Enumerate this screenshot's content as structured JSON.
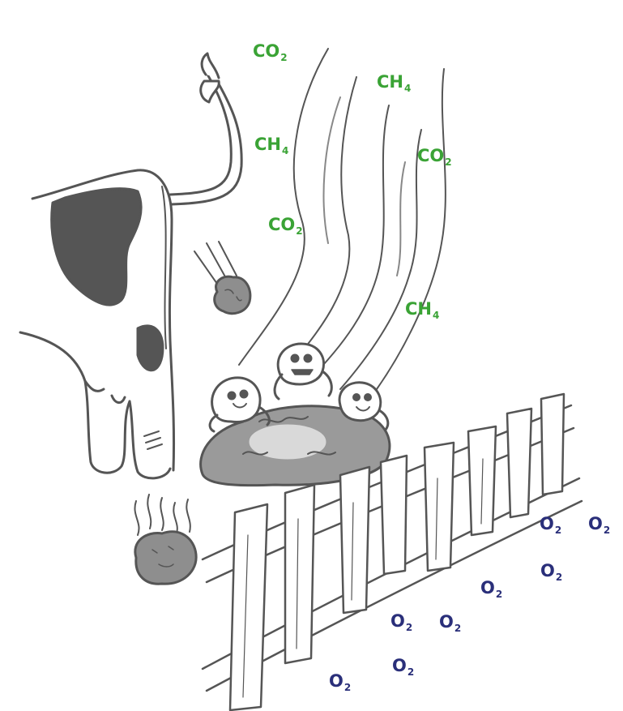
{
  "labels": {
    "co2": {
      "base": "CO",
      "sub": "2"
    },
    "ch4": {
      "base": "CH",
      "sub": "4"
    },
    "o2": {
      "base": "O",
      "sub": "2"
    }
  },
  "colors": {
    "greenhouse_gas": "#3aa335",
    "oxygen": "#2a2f7a",
    "line": "#555555",
    "spot": "#555555",
    "dung": "#8e8e8e"
  },
  "elements": [
    {
      "name": "cow-hindquarters",
      "kind": "illustration"
    },
    {
      "name": "cow-tail",
      "kind": "illustration"
    },
    {
      "name": "falling-dung-upper",
      "kind": "illustration"
    },
    {
      "name": "falling-dung-lower",
      "kind": "illustration"
    },
    {
      "name": "dung-pile-with-microbes",
      "kind": "illustration"
    },
    {
      "name": "gas-plume",
      "kind": "illustration"
    },
    {
      "name": "wooden-fence",
      "kind": "illustration"
    }
  ]
}
